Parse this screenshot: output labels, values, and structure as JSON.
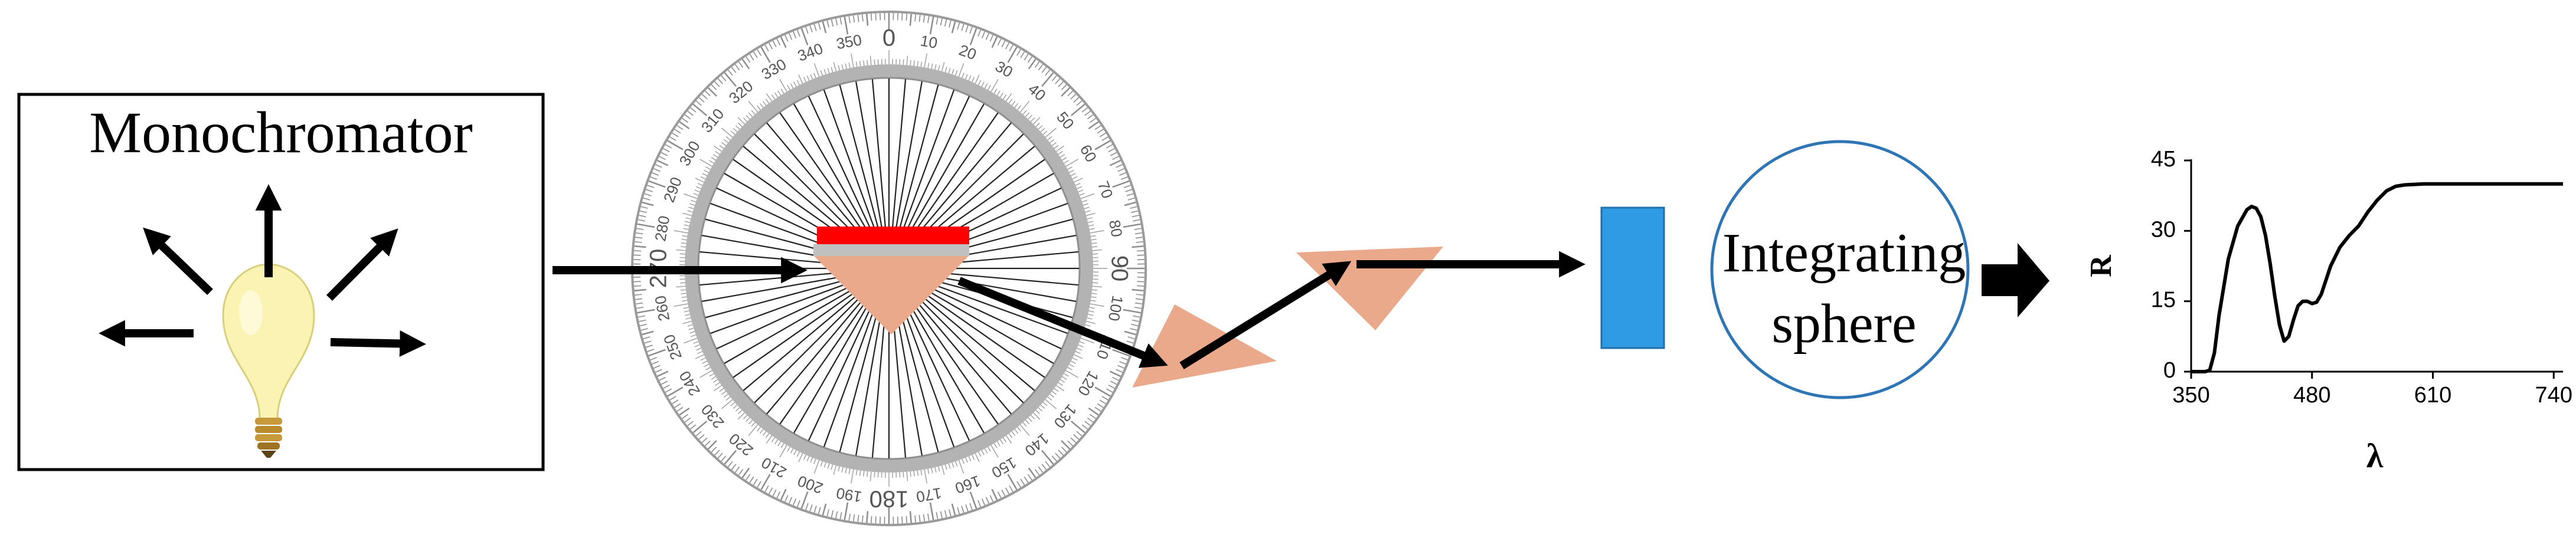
{
  "monochromator": {
    "label": "Monochromator"
  },
  "protractor": {
    "major_labels": [
      "0",
      "10",
      "20",
      "30",
      "40",
      "50",
      "60",
      "70",
      "80",
      "90",
      "100",
      "110",
      "120",
      "130",
      "140",
      "150",
      "160",
      "170",
      "180",
      "190",
      "200",
      "210",
      "220",
      "230",
      "240",
      "250",
      "260",
      "270",
      "280",
      "290",
      "300",
      "310",
      "320",
      "330",
      "340",
      "350"
    ]
  },
  "integrating_sphere": {
    "label_line1": "Integrating",
    "label_line2": "sphere"
  },
  "colors": {
    "sample": "#ff0000",
    "sample_backing": "#c0c0c0",
    "prism": "#eba98b",
    "detector": "#2e9be4",
    "sphere_outline": "#2e75b6",
    "bulb_glass": "#fbf3b4",
    "bulb_base": "#c69a3a",
    "arrow": "#000000"
  },
  "chart_data": {
    "type": "line",
    "xlabel": "λ",
    "ylabel": "R",
    "xticks": [
      "350",
      "480",
      "610",
      "740"
    ],
    "yticks": [
      "0",
      "15",
      "30",
      "45"
    ],
    "xlim": [
      350,
      750
    ],
    "ylim": [
      0,
      45
    ],
    "grid": false,
    "x": [
      350,
      360,
      365,
      370,
      375,
      380,
      390,
      400,
      410,
      415,
      420,
      425,
      430,
      435,
      440,
      445,
      450,
      455,
      460,
      465,
      470,
      475,
      480,
      485,
      490,
      495,
      500,
      510,
      520,
      530,
      540,
      550,
      560,
      570,
      580,
      590,
      600,
      610,
      620,
      640,
      660,
      680,
      700,
      720,
      740,
      750
    ],
    "y": [
      0,
      0,
      0,
      0.3,
      4,
      12,
      24,
      31,
      34.5,
      35.2,
      34.8,
      33,
      29,
      23,
      16,
      10,
      6.5,
      7.5,
      11,
      14,
      15,
      15,
      14.5,
      14.8,
      16.5,
      19.5,
      22.5,
      26.5,
      29,
      31,
      34,
      36.5,
      38.5,
      39.5,
      39.8,
      39.9,
      40,
      40,
      40,
      40,
      40,
      40,
      40,
      40,
      40,
      40
    ]
  }
}
